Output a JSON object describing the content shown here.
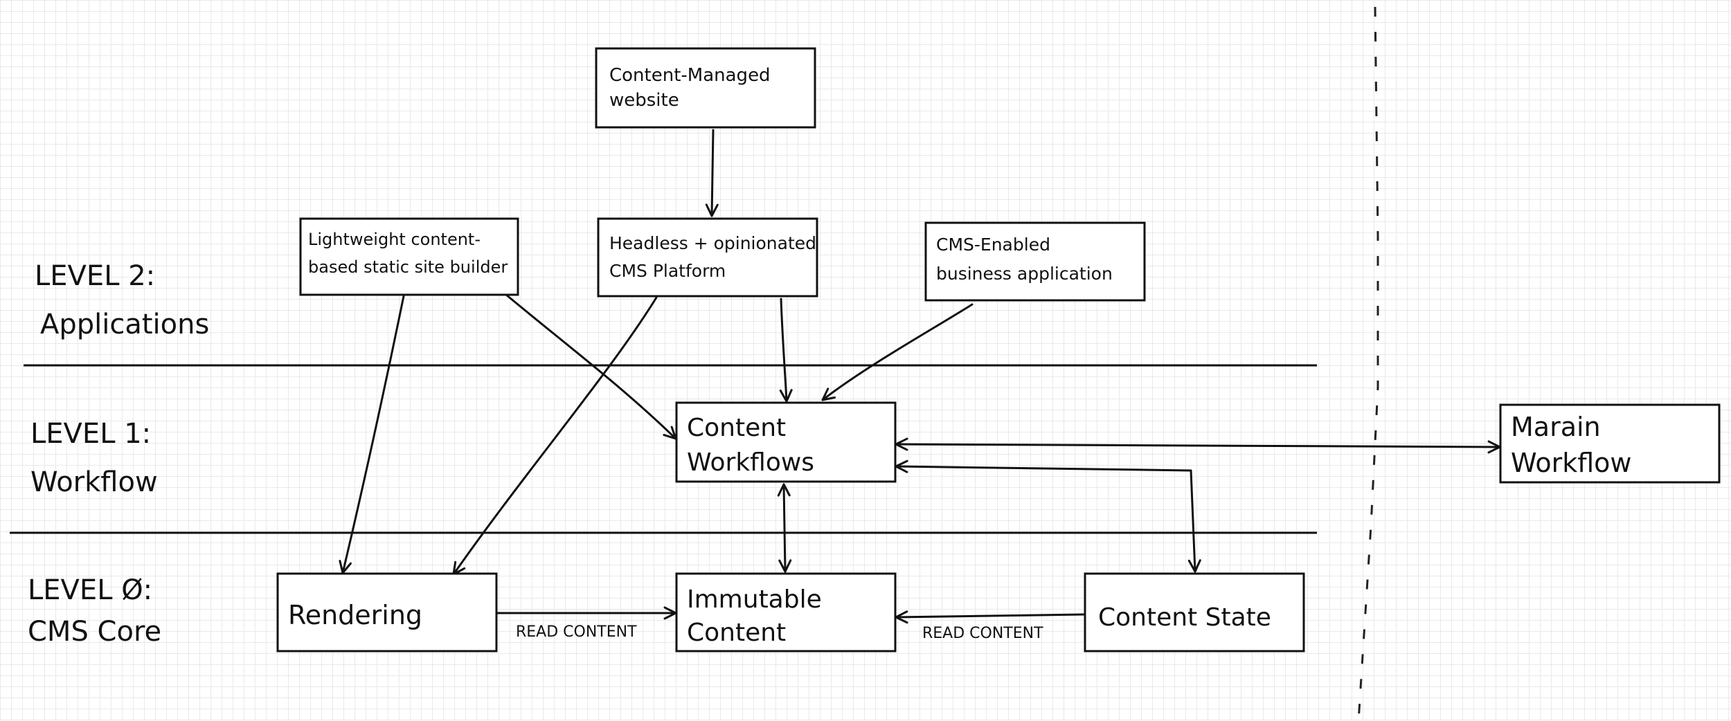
{
  "levels": {
    "level2": {
      "line1": "LEVEL 2:",
      "line2": "Applications"
    },
    "level1": {
      "line1": "LEVEL 1:",
      "line2": "Workflow"
    },
    "level0": {
      "line1": "LEVEL Ø:",
      "line2": "CMS Core"
    }
  },
  "nodes": {
    "content_managed_website": {
      "line1": "Content-Managed",
      "line2": "website"
    },
    "static_site_builder": {
      "line1": "Lightweight content-",
      "line2": "based static site builder"
    },
    "headless_cms": {
      "line1": "Headless + opinionated",
      "line2": "CMS Platform"
    },
    "cms_business_app": {
      "line1": "CMS-Enabled",
      "line2": "business application"
    },
    "content_workflows": {
      "line1": "Content",
      "line2": "Workflows"
    },
    "marain_workflow": {
      "line1": "Marain",
      "line2": "Workflow"
    },
    "rendering": {
      "line1": "Rendering"
    },
    "immutable_content": {
      "line1": "Immutable",
      "line2": "Content"
    },
    "content_state": {
      "line1": "Content State"
    }
  },
  "edges": {
    "rendering_to_immutable": "READ CONTENT",
    "state_to_immutable": "READ CONTENT"
  },
  "colors": {
    "ink": "#111111",
    "grid": "#e9e9e9",
    "background": "#ffffff"
  }
}
